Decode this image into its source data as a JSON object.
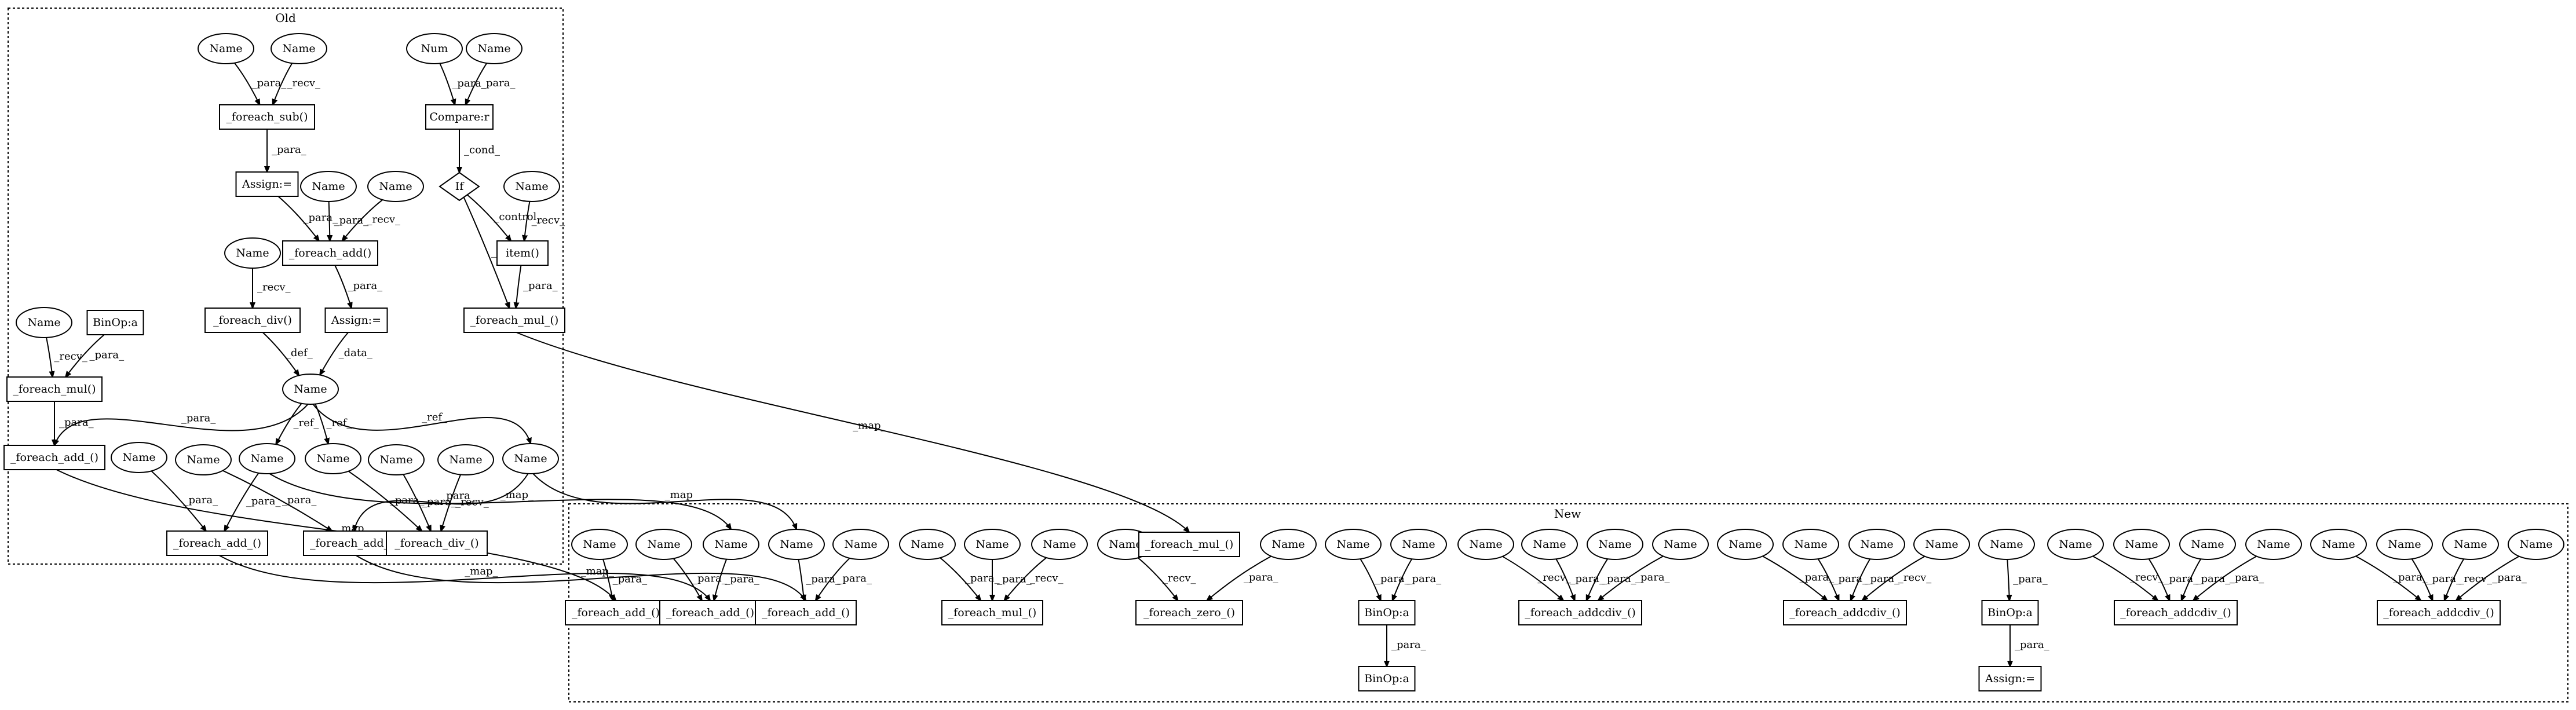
{
  "clusters": [
    {
      "id": "old",
      "label": "Old"
    },
    {
      "id": "new",
      "label": "New"
    }
  ],
  "nodes": [
    {
      "id": "o1",
      "label": "Name",
      "shape": "ellipse"
    },
    {
      "id": "o2",
      "label": "Name",
      "shape": "ellipse"
    },
    {
      "id": "o3",
      "label": "_foreach_sub()",
      "shape": "box"
    },
    {
      "id": "o4",
      "label": "Assign:=",
      "shape": "box"
    },
    {
      "id": "o5",
      "label": "Name",
      "shape": "ellipse"
    },
    {
      "id": "o6",
      "label": "Name",
      "shape": "ellipse"
    },
    {
      "id": "o7",
      "label": "_foreach_add()",
      "shape": "box"
    },
    {
      "id": "o8",
      "label": "Assign:=",
      "shape": "box"
    },
    {
      "id": "o9",
      "label": "Name",
      "shape": "ellipse"
    },
    {
      "id": "o10",
      "label": "_foreach_div()",
      "shape": "box"
    },
    {
      "id": "o11",
      "label": "Name",
      "shape": "ellipse"
    },
    {
      "id": "o12",
      "label": "Num",
      "shape": "ellipse"
    },
    {
      "id": "o13",
      "label": "Name",
      "shape": "ellipse"
    },
    {
      "id": "o14",
      "label": "Compare:r",
      "shape": "box"
    },
    {
      "id": "o15",
      "label": "If",
      "shape": "diamond"
    },
    {
      "id": "o16",
      "label": "Name",
      "shape": "ellipse"
    },
    {
      "id": "o17",
      "label": "item()",
      "shape": "box"
    },
    {
      "id": "o18",
      "label": "_foreach_mul_()",
      "shape": "box"
    },
    {
      "id": "o19",
      "label": "Name",
      "shape": "ellipse"
    },
    {
      "id": "o20",
      "label": "BinOp:a",
      "shape": "box"
    },
    {
      "id": "o21",
      "label": "_foreach_mul()",
      "shape": "box"
    },
    {
      "id": "o22",
      "label": "_foreach_add_()",
      "shape": "box"
    },
    {
      "id": "o23",
      "label": "Name",
      "shape": "ellipse"
    },
    {
      "id": "o24",
      "label": "Name",
      "shape": "ellipse"
    },
    {
      "id": "o25",
      "label": "Name",
      "shape": "ellipse"
    },
    {
      "id": "o26",
      "label": "Name",
      "shape": "ellipse"
    },
    {
      "id": "o27",
      "label": "Name",
      "shape": "ellipse"
    },
    {
      "id": "o28",
      "label": "Name",
      "shape": "ellipse"
    },
    {
      "id": "o29",
      "label": "Name",
      "shape": "ellipse"
    },
    {
      "id": "o30",
      "label": "_foreach_add_()",
      "shape": "box"
    },
    {
      "id": "o31",
      "label": "_foreach_add_()",
      "shape": "box"
    },
    {
      "id": "o32",
      "label": "_foreach_div_()",
      "shape": "box"
    },
    {
      "id": "n1",
      "label": "Name",
      "shape": "ellipse"
    },
    {
      "id": "n2",
      "label": "Name",
      "shape": "ellipse"
    },
    {
      "id": "n3",
      "label": "Name",
      "shape": "ellipse"
    },
    {
      "id": "n4",
      "label": "Name",
      "shape": "ellipse"
    },
    {
      "id": "n5",
      "label": "Name",
      "shape": "ellipse"
    },
    {
      "id": "n6",
      "label": "_foreach_add_()",
      "shape": "box"
    },
    {
      "id": "n7",
      "label": "_foreach_add_()",
      "shape": "box"
    },
    {
      "id": "n8",
      "label": "_foreach_add_()",
      "shape": "box"
    },
    {
      "id": "n9",
      "label": "Name",
      "shape": "ellipse"
    },
    {
      "id": "n10",
      "label": "Name",
      "shape": "ellipse"
    },
    {
      "id": "n11",
      "label": "Name",
      "shape": "ellipse"
    },
    {
      "id": "n12",
      "label": "_foreach_mul_()",
      "shape": "box"
    },
    {
      "id": "n13",
      "label": "Name",
      "shape": "ellipse"
    },
    {
      "id": "n14",
      "label": "_foreach_mul_()",
      "shape": "box"
    },
    {
      "id": "n15",
      "label": "Name",
      "shape": "ellipse"
    },
    {
      "id": "n16",
      "label": "_foreach_zero_()",
      "shape": "box"
    },
    {
      "id": "n17",
      "label": "Name",
      "shape": "ellipse"
    },
    {
      "id": "n18",
      "label": "Name",
      "shape": "ellipse"
    },
    {
      "id": "n19",
      "label": "BinOp:a",
      "shape": "box"
    },
    {
      "id": "n20",
      "label": "BinOp:a",
      "shape": "box"
    },
    {
      "id": "n21",
      "label": "Name",
      "shape": "ellipse"
    },
    {
      "id": "n22",
      "label": "Name",
      "shape": "ellipse"
    },
    {
      "id": "n23",
      "label": "Name",
      "shape": "ellipse"
    },
    {
      "id": "n24",
      "label": "Name",
      "shape": "ellipse"
    },
    {
      "id": "n25",
      "label": "_foreach_addcdiv_()",
      "shape": "box"
    },
    {
      "id": "n26",
      "label": "Name",
      "shape": "ellipse"
    },
    {
      "id": "n27",
      "label": "Name",
      "shape": "ellipse"
    },
    {
      "id": "n28",
      "label": "Name",
      "shape": "ellipse"
    },
    {
      "id": "n29",
      "label": "Name",
      "shape": "ellipse"
    },
    {
      "id": "n30",
      "label": "_foreach_addcdiv_()",
      "shape": "box"
    },
    {
      "id": "n31",
      "label": "Name",
      "shape": "ellipse"
    },
    {
      "id": "n32",
      "label": "BinOp:a",
      "shape": "box"
    },
    {
      "id": "n33",
      "label": "Assign:=",
      "shape": "box"
    },
    {
      "id": "n34",
      "label": "Name",
      "shape": "ellipse"
    },
    {
      "id": "n35",
      "label": "Name",
      "shape": "ellipse"
    },
    {
      "id": "n36",
      "label": "Name",
      "shape": "ellipse"
    },
    {
      "id": "n37",
      "label": "Name",
      "shape": "ellipse"
    },
    {
      "id": "n38",
      "label": "_foreach_addcdiv_()",
      "shape": "box"
    },
    {
      "id": "n39",
      "label": "Name",
      "shape": "ellipse"
    },
    {
      "id": "n40",
      "label": "Name",
      "shape": "ellipse"
    },
    {
      "id": "n41",
      "label": "Name",
      "shape": "ellipse"
    },
    {
      "id": "n42",
      "label": "Name",
      "shape": "ellipse"
    },
    {
      "id": "n43",
      "label": "_foreach_addcdiv_()",
      "shape": "box"
    }
  ],
  "edges": [
    {
      "from": "o1",
      "to": "o3",
      "label": "_para_"
    },
    {
      "from": "o2",
      "to": "o3",
      "label": "_recv_"
    },
    {
      "from": "o3",
      "to": "o4",
      "label": "_para_"
    },
    {
      "from": "o4",
      "to": "o7",
      "label": "_para_"
    },
    {
      "from": "o5",
      "to": "o7",
      "label": "_para_"
    },
    {
      "from": "o6",
      "to": "o7",
      "label": "_recv_"
    },
    {
      "from": "o7",
      "to": "o8",
      "label": "_para_"
    },
    {
      "from": "o9",
      "to": "o10",
      "label": "_recv_"
    },
    {
      "from": "o10",
      "to": "o11",
      "label": "_def_"
    },
    {
      "from": "o8",
      "to": "o11",
      "label": "_data_"
    },
    {
      "from": "o12",
      "to": "o14",
      "label": "_para_"
    },
    {
      "from": "o13",
      "to": "o14",
      "label": "_para_"
    },
    {
      "from": "o14",
      "to": "o15",
      "label": "_cond_"
    },
    {
      "from": "o15",
      "to": "o17",
      "label": "_control_"
    },
    {
      "from": "o16",
      "to": "o17",
      "label": "_recv_"
    },
    {
      "from": "o15",
      "to": "o18",
      "label": "_control_"
    },
    {
      "from": "o17",
      "to": "o18",
      "label": "_para_"
    },
    {
      "from": "o19",
      "to": "o21",
      "label": "_recv_"
    },
    {
      "from": "o20",
      "to": "o21",
      "label": "_para_"
    },
    {
      "from": "o21",
      "to": "o22",
      "label": "_para_"
    },
    {
      "from": "o11",
      "to": "o22",
      "label": "_para_"
    },
    {
      "from": "o11",
      "to": "o24",
      "label": "_ref_"
    },
    {
      "from": "o11",
      "to": "o25",
      "label": "_ref_"
    },
    {
      "from": "o11",
      "to": "o26",
      "label": "_ref_"
    },
    {
      "from": "o23",
      "to": "o30",
      "label": "_para_"
    },
    {
      "from": "o24",
      "to": "o30",
      "label": "_para_"
    },
    {
      "from": "o27",
      "to": "o31",
      "label": "_para_"
    },
    {
      "from": "o26",
      "to": "o31",
      "label": "_para_"
    },
    {
      "from": "o28",
      "to": "o32",
      "label": "_para_"
    },
    {
      "from": "o29",
      "to": "o32",
      "label": "_recv_"
    },
    {
      "from": "o25",
      "to": "o32",
      "label": "_para_"
    },
    {
      "from": "o22",
      "to": "n6",
      "label": "_map_"
    },
    {
      "from": "o30",
      "to": "n7",
      "label": "_map_"
    },
    {
      "from": "o31",
      "to": "n8",
      "label": "_map_"
    },
    {
      "from": "o24",
      "to": "n3",
      "label": "_map_"
    },
    {
      "from": "o26",
      "to": "n4",
      "label": "_map_"
    },
    {
      "from": "o18",
      "to": "n14",
      "label": "_map_"
    },
    {
      "from": "n1",
      "to": "n6",
      "label": "_para_"
    },
    {
      "from": "n2",
      "to": "n7",
      "label": "_para_"
    },
    {
      "from": "n3",
      "to": "n7",
      "label": "_para_"
    },
    {
      "from": "n4",
      "to": "n8",
      "label": "_para_"
    },
    {
      "from": "n5",
      "to": "n8",
      "label": "_para_"
    },
    {
      "from": "n9",
      "to": "n12",
      "label": "_para_"
    },
    {
      "from": "n10",
      "to": "n12",
      "label": "_para_"
    },
    {
      "from": "n11",
      "to": "n12",
      "label": "_recv_"
    },
    {
      "from": "n13",
      "to": "n16",
      "label": "_recv_"
    },
    {
      "from": "n15",
      "to": "n16",
      "label": "_para_"
    },
    {
      "from": "n17",
      "to": "n19",
      "label": "_para_"
    },
    {
      "from": "n18",
      "to": "n19",
      "label": "_para_"
    },
    {
      "from": "n19",
      "to": "n20",
      "label": "_para_"
    },
    {
      "from": "n21",
      "to": "n25",
      "label": "_recv_"
    },
    {
      "from": "n22",
      "to": "n25",
      "label": "_para_"
    },
    {
      "from": "n23",
      "to": "n25",
      "label": "_para_"
    },
    {
      "from": "n24",
      "to": "n25",
      "label": "_para_"
    },
    {
      "from": "n26",
      "to": "n30",
      "label": "_para_"
    },
    {
      "from": "n27",
      "to": "n30",
      "label": "_para_"
    },
    {
      "from": "n28",
      "to": "n30",
      "label": "_para_"
    },
    {
      "from": "n29",
      "to": "n30",
      "label": "_recv_"
    },
    {
      "from": "n31",
      "to": "n32",
      "label": "_para_"
    },
    {
      "from": "n32",
      "to": "n33",
      "label": "_para_"
    },
    {
      "from": "n34",
      "to": "n38",
      "label": "_recv_"
    },
    {
      "from": "n35",
      "to": "n38",
      "label": "_para_"
    },
    {
      "from": "n36",
      "to": "n38",
      "label": "_para_"
    },
    {
      "from": "n37",
      "to": "n38",
      "label": "_para_"
    },
    {
      "from": "n39",
      "to": "n43",
      "label": "_para_"
    },
    {
      "from": "n40",
      "to": "n43",
      "label": "_para_"
    },
    {
      "from": "n41",
      "to": "n43",
      "label": "_recv_"
    },
    {
      "from": "n42",
      "to": "n43",
      "label": "_para_"
    }
  ]
}
